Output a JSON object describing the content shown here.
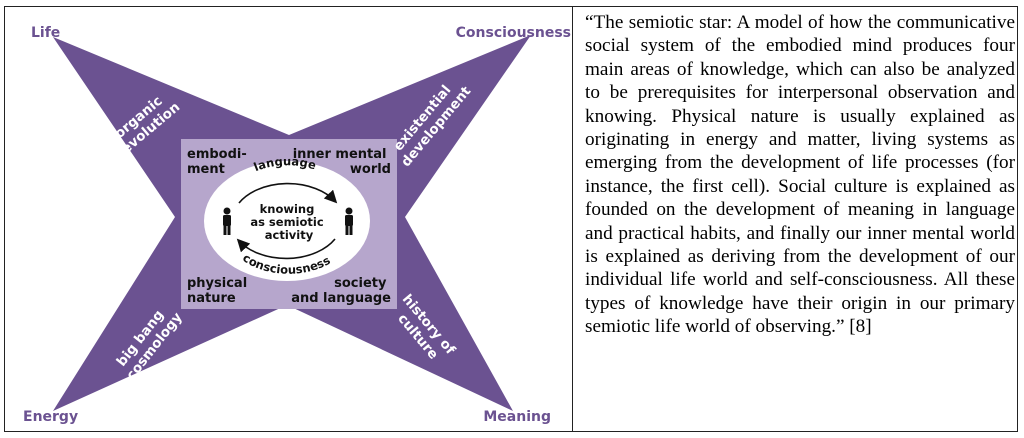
{
  "diagram": {
    "corners": {
      "top_left": "Life",
      "top_right": "Consciousness",
      "bottom_left": "Energy",
      "bottom_right": "Meaning"
    },
    "arms": {
      "top_left": [
        "organic",
        "evolution"
      ],
      "top_right": [
        "existential",
        "development"
      ],
      "bottom_left": [
        "big bang",
        "cosmology"
      ],
      "bottom_right": [
        "history of",
        "culture"
      ]
    },
    "box_corners": {
      "top_left": [
        "embodi-",
        "ment"
      ],
      "top_right": [
        "inner mental",
        "world"
      ],
      "bottom_left": [
        "physical",
        "nature"
      ],
      "bottom_right": [
        "society",
        "and language"
      ]
    },
    "circle": {
      "top_arc": "language",
      "bottom_arc": "consciousness",
      "center": [
        "knowing",
        "as semiotic",
        "activity"
      ]
    },
    "colors": {
      "star": "#6b5291",
      "box": "#b6a6cc",
      "circle": "#ffffff",
      "corner_text": "#6b5291"
    }
  },
  "caption": {
    "text": "“The semiotic star: A model of how the communicative social system of the embodied mind produces four main areas of knowledge, which can also be analyzed to be prerequisites for interpersonal observation and knowing. Physical nature is usually explained as originating in energy and matter, living systems as emerging from the development of life processes (for instance, the first cell). Social culture is explained as founded on the development of meaning in language and practical habits, and finally our inner mental world is explained as deriving from the development of our individual life world and self-consciousness. All these types of knowledge have their origin in our primary semiotic life world of observing.” [8]"
  }
}
